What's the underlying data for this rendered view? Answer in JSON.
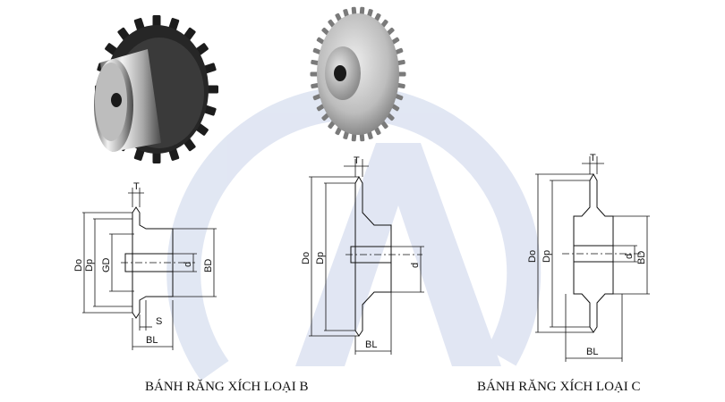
{
  "captions": {
    "type_b": "BÁNH RĂNG XÍCH LOẠI B",
    "type_c": "BÁNH RĂNG XÍCH LOẠI C"
  },
  "drawing_a": {
    "T": "T",
    "Do": "Do",
    "Dp": "Dp",
    "GD": "GD",
    "d": "d",
    "BD": "BD",
    "S": "S",
    "BL": "BL"
  },
  "drawing_b": {
    "T": "T",
    "Do": "Do",
    "Dp": "Dp",
    "d": "d",
    "BL": "BL"
  },
  "drawing_c": {
    "T": "T",
    "Do": "Do",
    "Dp": "Dp",
    "d": "d",
    "BD": "BD",
    "BL": "BL"
  },
  "colors": {
    "watermark": "#c9d3ea",
    "steel_light": "#e6e6e6",
    "steel_dark": "#5a5a5a",
    "tooth_black": "#1c1c1c"
  }
}
